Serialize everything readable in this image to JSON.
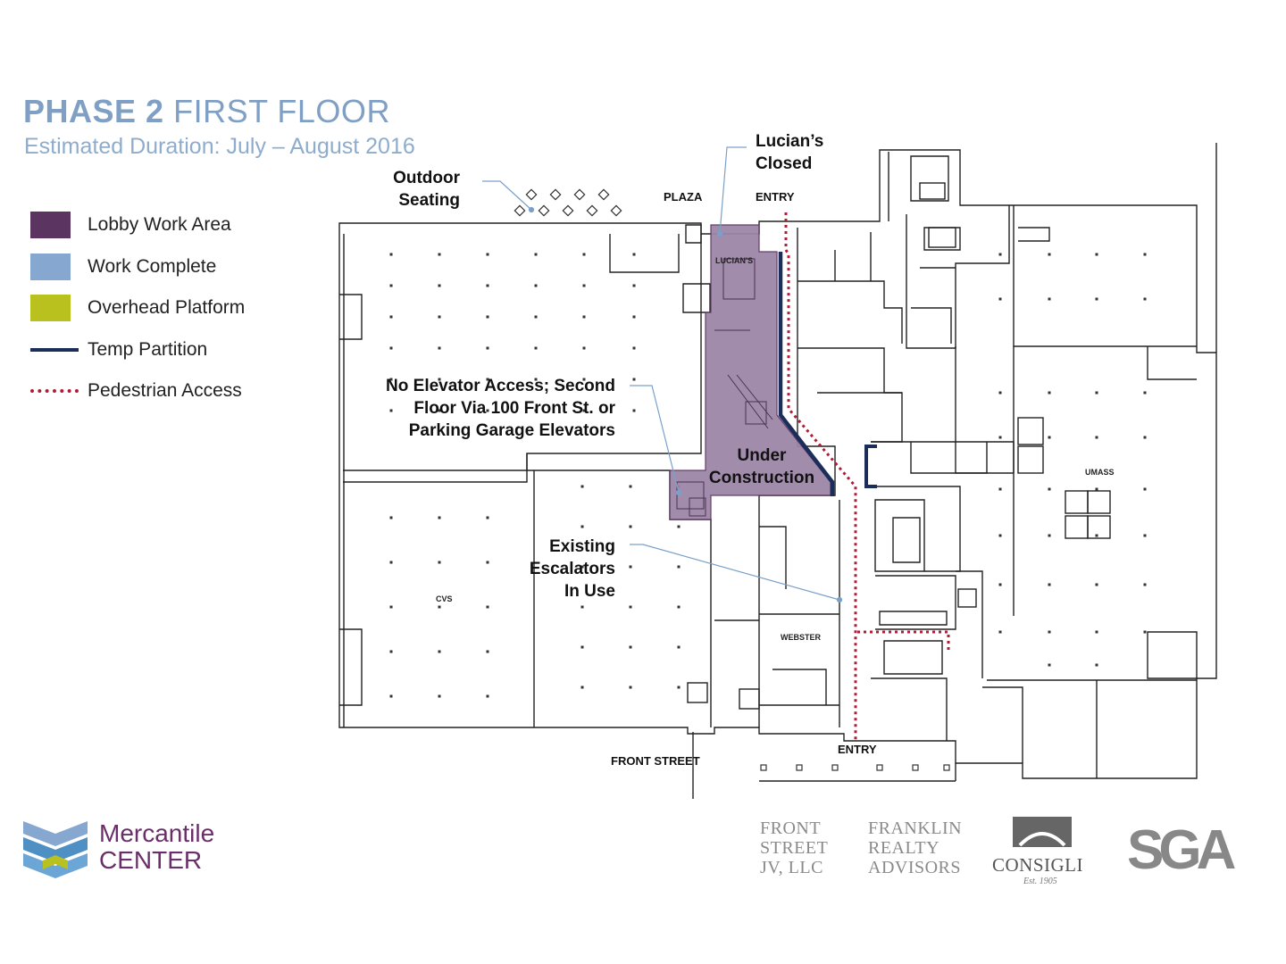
{
  "title": {
    "bold": "PHASE 2",
    "light": "FIRST FLOOR"
  },
  "subtitle": "Estimated Duration: July – August 2016",
  "legend": [
    {
      "label": "Lobby Work Area",
      "color": "#5b3462",
      "kind": "swatch"
    },
    {
      "label": "Work Complete",
      "color": "#86a7cf",
      "kind": "swatch"
    },
    {
      "label": "Overhead Platform",
      "color": "#b9c11f",
      "kind": "swatch"
    },
    {
      "label": "Temp Partition",
      "color": "#1b2e5a",
      "kind": "line"
    },
    {
      "label": "Pedestrian Access",
      "color": "#b01c35",
      "kind": "dots"
    }
  ],
  "callouts": {
    "outdoor_seating": [
      "Outdoor",
      "Seating"
    ],
    "lucians_closed": [
      "Lucian’s",
      "Closed"
    ],
    "no_elevator": [
      "No Elevator Access; Second",
      "Floor Via 100 Front St. or",
      "Parking Garage Elevators"
    ],
    "under_construction": [
      "Under",
      "Construction"
    ],
    "escalators": [
      "Existing",
      "Escalators",
      "In Use"
    ]
  },
  "map_labels": {
    "plaza": "PLAZA",
    "entry_top": "ENTRY",
    "entry_bottom": "ENTRY",
    "front_street": "FRONT STREET",
    "lucians": "LUCIAN'S",
    "umass": "UMASS",
    "cvs": "CVS",
    "webster": "WEBSTER"
  },
  "logos": {
    "mercantile": [
      "Mercantile",
      "CENTER"
    ],
    "front_street": [
      "FRONT",
      "STREET",
      "JV, LLC"
    ],
    "franklin": [
      "FRANKLIN",
      "REALTY",
      "ADVISORS"
    ],
    "consigli": "CONSIGLI",
    "consigli_est": "Est. 1905",
    "sga": "SGA"
  },
  "colors": {
    "title": "#7f9fc4",
    "lobby_work_area": "#5b3462",
    "lobby_fill": "#9d86a8",
    "temp_partition": "#1b2e5a",
    "pedestrian_access": "#b01c35",
    "mercantile_purple": "#6a2e6a"
  }
}
